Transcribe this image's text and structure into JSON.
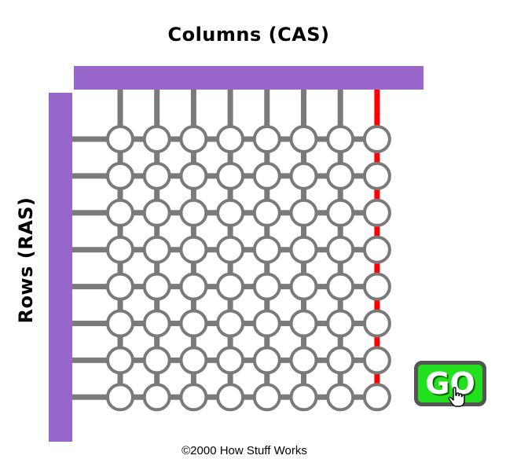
{
  "diagram": {
    "column_label": "Columns (CAS)",
    "row_label": "Rows (RAS)",
    "columns": 8,
    "rows": 8,
    "active_column": 8,
    "colors": {
      "bus": "#9966cc",
      "grid_line": "#7a7a7a",
      "active_line": "#ff0000",
      "cell_fill": "#ffffff",
      "cell_stroke": "#7a7a7a"
    }
  },
  "go_button": {
    "label": "GO",
    "icon": "hand-pointer-icon",
    "color": "#22e01e"
  },
  "footer": {
    "copyright": "©2000 How Stuff Works"
  }
}
